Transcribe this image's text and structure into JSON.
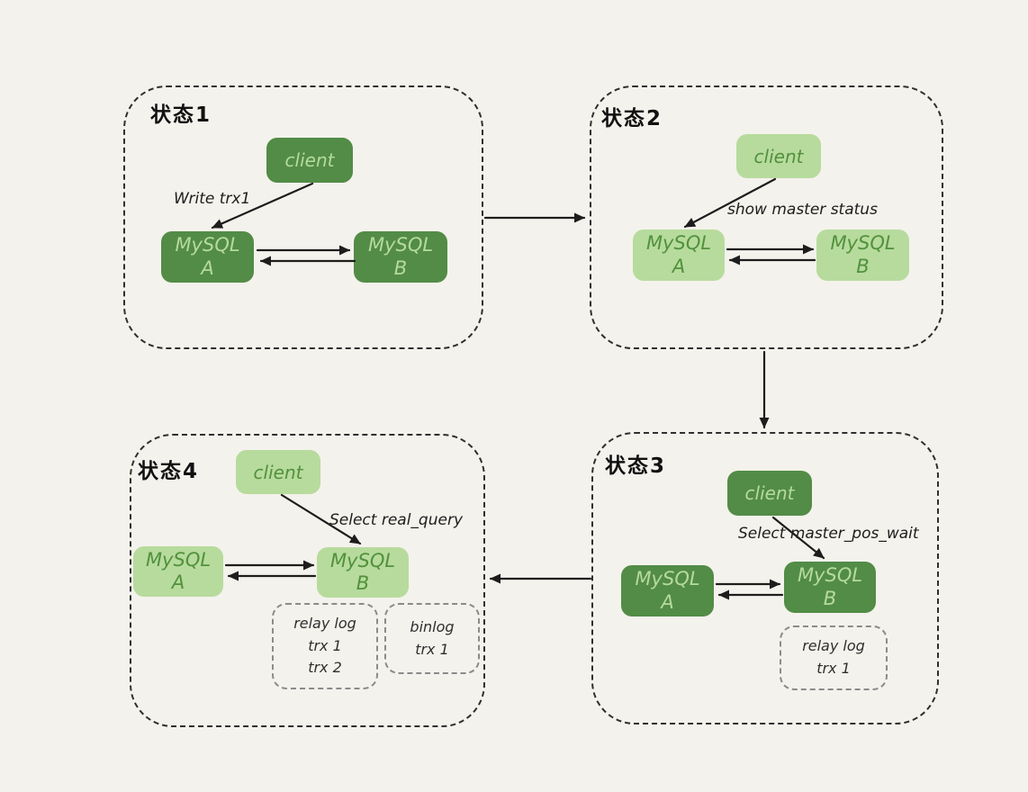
{
  "colors": {
    "background": "#f4f2ec",
    "box_dark": "#528c46",
    "box_dark_text": "#b6da9c",
    "box_light": "#b7db9d",
    "box_light_text": "#52913d",
    "ink": "#1d1d1d",
    "log_border": "#8b8b8b"
  },
  "states": [
    {
      "title": "状态1",
      "client_label": "client",
      "action_label": "Write trx1",
      "mysql_a": {
        "name": "MySQL",
        "id": "A"
      },
      "mysql_b": {
        "name": "MySQL",
        "id": "B"
      }
    },
    {
      "title": "状态2",
      "client_label": "client",
      "action_label": "show master status",
      "mysql_a": {
        "name": "MySQL",
        "id": "A"
      },
      "mysql_b": {
        "name": "MySQL",
        "id": "B"
      }
    },
    {
      "title": "状态3",
      "client_label": "client",
      "action_label": "Select master_pos_wait",
      "mysql_a": {
        "name": "MySQL",
        "id": "A"
      },
      "mysql_b": {
        "name": "MySQL",
        "id": "B"
      },
      "relay_log": {
        "title": "relay log",
        "entries": [
          "trx 1"
        ]
      }
    },
    {
      "title": "状态4",
      "client_label": "client",
      "action_label": "Select real_query",
      "mysql_a": {
        "name": "MySQL",
        "id": "A"
      },
      "mysql_b": {
        "name": "MySQL",
        "id": "B"
      },
      "relay_log": {
        "title": "relay log",
        "entries": [
          "trx 1",
          "trx 2"
        ]
      },
      "binlog": {
        "title": "binlog",
        "entries": [
          "trx 1"
        ]
      }
    }
  ]
}
